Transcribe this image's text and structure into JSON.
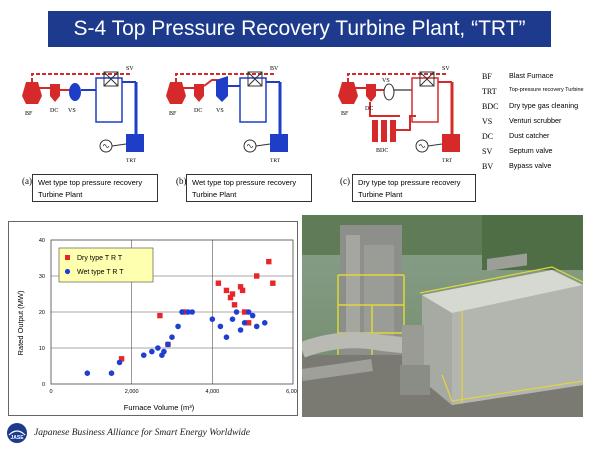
{
  "title": "S-4 Top Pressure Recovery Turbine Plant, “TRT”",
  "diagrams": {
    "a": {
      "letter": "(a)",
      "caption_line1": "Wet type top pressure recovery",
      "caption_line2": "Turbine Plant",
      "labels": {
        "bf": "BF",
        "dc": "DC",
        "vs": "VS",
        "sv": "SV",
        "trt": "TRT"
      }
    },
    "b": {
      "letter": "(b)",
      "caption_line1": "Wet type top pressure recovery",
      "caption_line2": "Turbine Plant",
      "labels": {
        "bf": "BF",
        "dc": "DC",
        "vs": "VS",
        "bv": "BV",
        "trt": "TRT"
      }
    },
    "c": {
      "letter": "(c)",
      "caption_line1": "Dry type top pressure recovery",
      "caption_line2": "Turbine Plant",
      "labels": {
        "bf": "BF",
        "dc": "DC",
        "vs": "VS",
        "sv": "SV",
        "bdc": "BDC",
        "trt": "TRT"
      }
    }
  },
  "legend": [
    {
      "abbr": "BF",
      "desc": "Blast Furnace"
    },
    {
      "abbr": "TRT",
      "desc": "Top-pressure recovery Turbine"
    },
    {
      "abbr": "BDC",
      "desc": "Dry type gas cleaning"
    },
    {
      "abbr": "VS",
      "desc": "Venturi scrubber"
    },
    {
      "abbr": "DC",
      "desc": "Dust catcher"
    },
    {
      "abbr": "SV",
      "desc": "Septum valve"
    },
    {
      "abbr": "BV",
      "desc": "Bypass valve"
    }
  ],
  "colors": {
    "dry": "#e8262a",
    "wet": "#1f3fd1",
    "title_bg": "#1d3a8c",
    "legend_bg": "#ffffb0",
    "gas_red": "#d62a2a",
    "gas_blue": "#1e3ec8"
  },
  "chart_data": {
    "type": "scatter",
    "xlabel": "Furnace Volume (m³)",
    "ylabel": "Rated Output (MW)",
    "xlim": [
      0,
      6000
    ],
    "ylim": [
      0,
      40
    ],
    "x_ticks": [
      {
        "v": 0,
        "label": "0"
      },
      {
        "v": 2000,
        "label": "2,000"
      },
      {
        "v": 4000,
        "label": "4,000"
      },
      {
        "v": 6000,
        "label": "6,000"
      }
    ],
    "y_ticks": [
      {
        "v": 0,
        "label": "0"
      },
      {
        "v": 10,
        "label": "10"
      },
      {
        "v": 20,
        "label": "20"
      },
      {
        "v": 30,
        "label": "30"
      },
      {
        "v": 40,
        "label": "40"
      }
    ],
    "grid": true,
    "legend_position": "top-left",
    "series": [
      {
        "name": "Dry type T R T",
        "marker": "square",
        "color": "#e8262a",
        "x": [
          1750,
          2700,
          2900,
          3300,
          4150,
          4350,
          4450,
          4500,
          4550,
          4700,
          4750,
          4800,
          4900,
          5100,
          5400,
          5500
        ],
        "y": [
          7,
          19,
          11,
          20,
          28,
          26,
          24,
          25,
          22,
          27,
          26,
          20,
          17,
          30,
          34,
          28
        ]
      },
      {
        "name": "Wet type T R T",
        "marker": "circle",
        "color": "#1f3fd1",
        "x": [
          900,
          1500,
          1700,
          2300,
          2500,
          2650,
          2750,
          2800,
          2900,
          3000,
          3150,
          3250,
          3400,
          3500,
          4000,
          4200,
          4350,
          4500,
          4600,
          4700,
          4800,
          4900,
          5000,
          5100,
          5300
        ],
        "y": [
          3,
          3,
          6,
          8,
          9,
          10,
          8,
          9,
          11,
          13,
          16,
          20,
          20,
          20,
          18,
          16,
          13,
          18,
          20,
          15,
          17,
          20,
          19,
          16,
          17
        ]
      }
    ]
  },
  "footer": {
    "logo_text": "JASE",
    "text": "Japanese Business Alliance for Smart Energy Worldwide"
  }
}
